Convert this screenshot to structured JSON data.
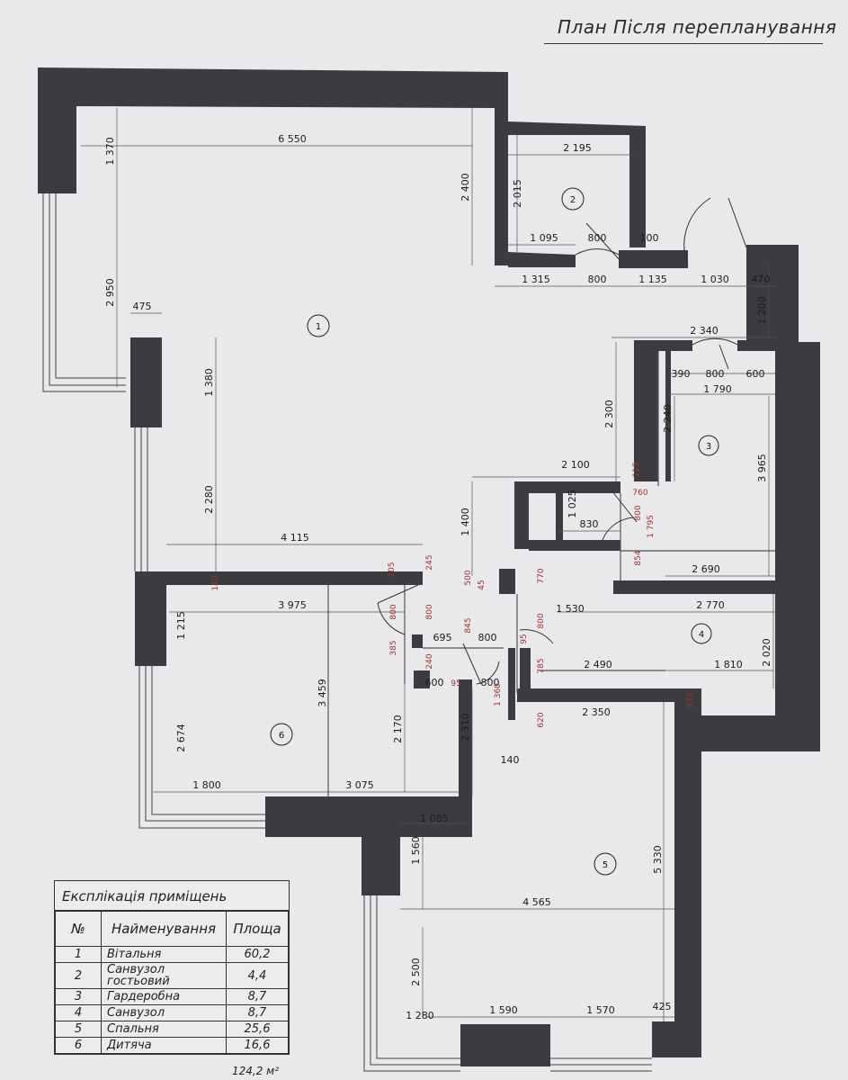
{
  "title": "План  Після перепланування",
  "legend": {
    "heading": "Експлікація приміщень",
    "col_num": "№",
    "col_name": "Найменування",
    "col_area": "Площа",
    "rows": [
      {
        "num": "1",
        "name": "Вітальня",
        "area": "60,2"
      },
      {
        "num": "2",
        "name": "Санвузол гостьовий",
        "area": "4,4"
      },
      {
        "num": "3",
        "name": "Гардеробна",
        "area": "8,7"
      },
      {
        "num": "4",
        "name": "Санвузол",
        "area": "8,7"
      },
      {
        "num": "5",
        "name": "Спальня",
        "area": "25,6"
      },
      {
        "num": "6",
        "name": "Дитяча",
        "area": "16,6"
      }
    ],
    "total": "124,2 м²"
  },
  "rooms": [
    "1",
    "2",
    "3",
    "4",
    "5",
    "6"
  ],
  "dims": {
    "d6550": "6 550",
    "d1370": "1 370",
    "d2950": "2 950",
    "d475": "475",
    "d1380": "1 380",
    "d2280": "2 280",
    "d4115": "4 115",
    "d2400": "2 400",
    "d2015": "2 015",
    "d2195": "2 195",
    "d1095": "1 095",
    "d800a": "800",
    "d100": "100",
    "d1315": "1 315",
    "d800b": "800",
    "d1135": "1 135",
    "d1030": "1 030",
    "d470": "470",
    "d1200": "1 200",
    "d2340": "2 340",
    "d390": "390",
    "d800c": "800",
    "d600a": "600",
    "d1790": "1 790",
    "d2300": "2 300",
    "d2240": "2 240",
    "d3965": "3 965",
    "d2100": "2 100",
    "d115": "115",
    "d760": "760",
    "d1025": "1 025",
    "d830": "830",
    "d800d": "800",
    "d1795": "1 795",
    "d1400": "1 400",
    "d854": "854",
    "d2690": "2 690",
    "d770": "770",
    "d500": "500",
    "d45": "45",
    "d245": "245",
    "d105": "105",
    "d140a": "140",
    "d3975": "3 975",
    "d1215": "1 215",
    "d800e": "800",
    "d800f": "800",
    "d1530": "1 530",
    "d2770": "2 770",
    "d845": "845",
    "d800g": "800",
    "d385": "385",
    "d695": "695",
    "d800h": "800",
    "d95": "95",
    "d785": "785",
    "d2490": "2 490",
    "d1810": "1 810",
    "d2020": "2 020",
    "d3459": "3 459",
    "d240": "240",
    "d600b": "600",
    "d95b": "95",
    "d800i": "800",
    "d1360": "1 360",
    "d435": "435",
    "d620": "620",
    "d2350": "2 350",
    "d2674": "2 674",
    "d2170": "2 170",
    "d2310": "2 310",
    "d140b": "140",
    "d1800": "1 800",
    "d3075": "3 075",
    "d1085": "1 085",
    "d1560": "1 560",
    "d5330": "5 330",
    "d4565": "4 565",
    "d2500": "2 500",
    "d1280": "1 280",
    "d1590": "1 590",
    "d1570": "1 570",
    "d425": "425"
  }
}
